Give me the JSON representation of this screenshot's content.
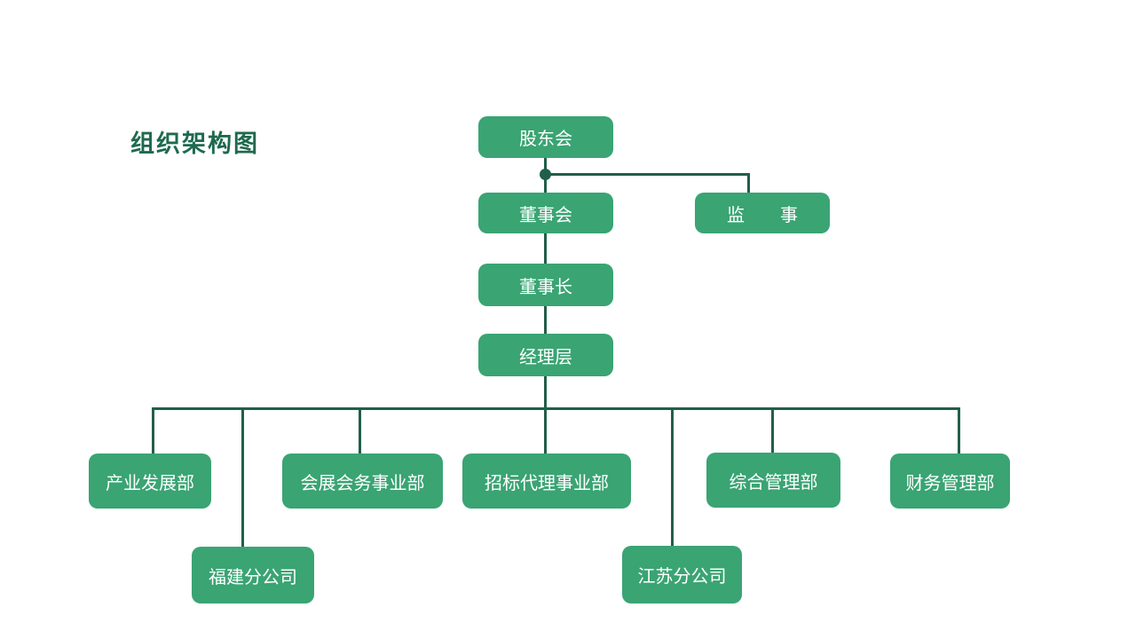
{
  "page": {
    "title": "组织架构图"
  },
  "colors": {
    "node_fill": "#3aa473",
    "node_text": "#ffffff",
    "connector": "#215f49",
    "title_text": "#1e6a4e",
    "background": "#ffffff"
  },
  "org_chart": {
    "nodes": {
      "shareholders": {
        "label": "股东会"
      },
      "board": {
        "label": "董事会"
      },
      "supervisor": {
        "label": "监　　事"
      },
      "chairman": {
        "label": "董事长"
      },
      "management": {
        "label": "经理层"
      },
      "industry_dev": {
        "label": "产业发展部"
      },
      "exhibition": {
        "label": "会展会务事业部"
      },
      "bidding": {
        "label": "招标代理事业部"
      },
      "general_mgmt": {
        "label": "综合管理部"
      },
      "finance_mgmt": {
        "label": "财务管理部"
      },
      "fujian_branch": {
        "label": "福建分公司"
      },
      "jiangsu_branch": {
        "label": "江苏分公司"
      }
    },
    "edges": [
      {
        "from": "shareholders",
        "to": "board"
      },
      {
        "from": "shareholders",
        "to": "supervisor"
      },
      {
        "from": "board",
        "to": "chairman"
      },
      {
        "from": "chairman",
        "to": "management"
      },
      {
        "from": "management",
        "to": "industry_dev"
      },
      {
        "from": "management",
        "to": "fujian_branch"
      },
      {
        "from": "management",
        "to": "exhibition"
      },
      {
        "from": "management",
        "to": "bidding"
      },
      {
        "from": "management",
        "to": "jiangsu_branch"
      },
      {
        "from": "management",
        "to": "general_mgmt"
      },
      {
        "from": "management",
        "to": "finance_mgmt"
      }
    ]
  }
}
